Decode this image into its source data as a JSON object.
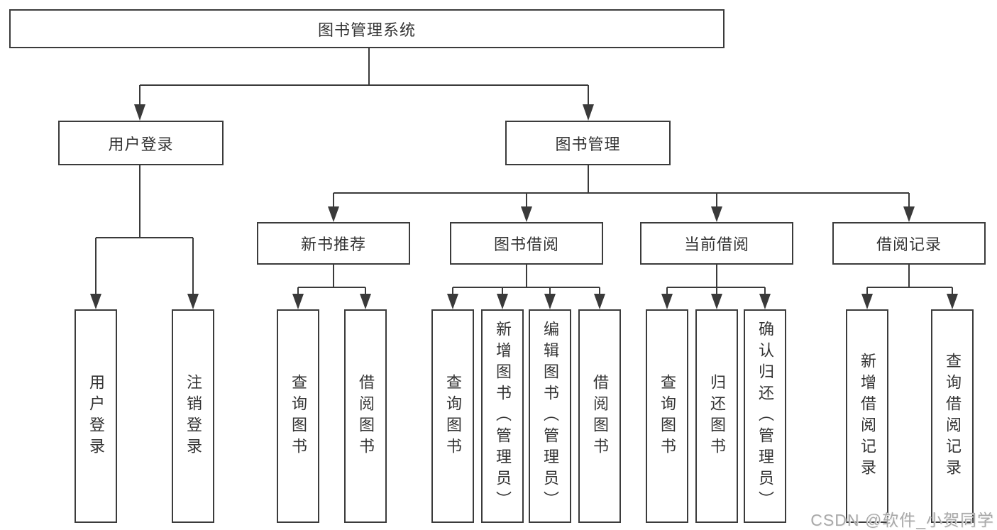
{
  "diagram": {
    "root": "图书管理系统",
    "level2": [
      "用户登录",
      "图书管理"
    ],
    "level3": [
      "新书推荐",
      "图书借阅",
      "当前借阅",
      "借阅记录"
    ],
    "leaves": {
      "user_login": [
        "用户登录",
        "注销登录"
      ],
      "new_book": [
        "查询图书",
        "借阅图书"
      ],
      "book_borrow": [
        "查询图书",
        "新增图书（管理员）",
        "编辑图书（管理员）",
        "借阅图书"
      ],
      "current_borrow": [
        "查询图书",
        "归还图书",
        "确认归还（管理员）"
      ],
      "borrow_records": [
        "新增借阅记录",
        "查询借阅记录"
      ]
    }
  },
  "watermark": "CSDN @软件_小贺同学",
  "colors": {
    "line": "#3a3a3a",
    "box_border": "#3b3b3b",
    "text": "#333333",
    "background": "#ffffff",
    "watermark": "#a9a9a9"
  }
}
